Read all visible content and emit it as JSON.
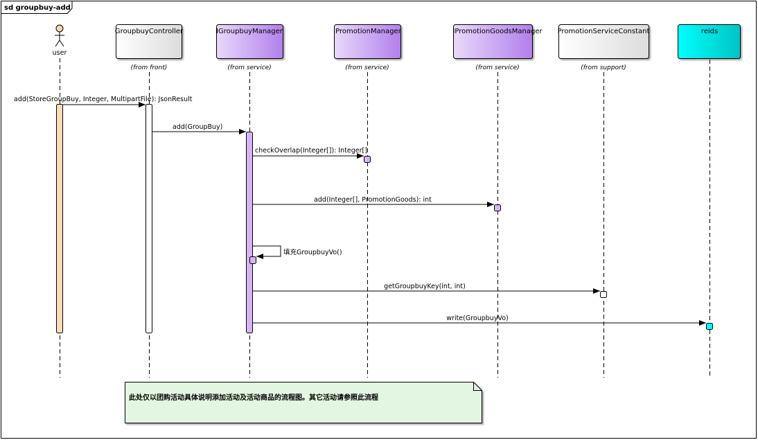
{
  "frame": {
    "title": "sd groupbuy-add"
  },
  "actor": {
    "name": "user"
  },
  "participants": [
    {
      "id": "controller",
      "name": "GroupbuyController",
      "source": "(from front)",
      "fill": "#ffffff"
    },
    {
      "id": "gbm",
      "name": "IGroupbuyManager",
      "source": "(from service)",
      "fill": "#c9a2ee"
    },
    {
      "id": "pm",
      "name": "IPromotionManager",
      "source": "(from service)",
      "fill": "#c9a2ee"
    },
    {
      "id": "pgm",
      "name": "IPromotionGoodsManager",
      "source": "(from service)",
      "fill": "#c9a2ee"
    },
    {
      "id": "psc",
      "name": "PromotionServiceConstant",
      "source": "(from support)",
      "fill": "#ffffff"
    },
    {
      "id": "reids",
      "name": "reids",
      "source": "",
      "fill": "#00e0e0"
    }
  ],
  "messages": [
    {
      "from": "user",
      "to": "controller",
      "label": "add(StoreGroupBuy, Integer, MultipartFile): JsonResult"
    },
    {
      "from": "controller",
      "to": "gbm",
      "label": "add(GroupBuy)"
    },
    {
      "from": "gbm",
      "to": "pm",
      "label": "checkOverlap(Integer[]): Integer[]"
    },
    {
      "from": "gbm",
      "to": "pgm",
      "label": "add(Integer[], PromotionGoods): int"
    },
    {
      "from": "gbm",
      "to": "gbm",
      "label": "填充GroupbuyVo()"
    },
    {
      "from": "gbm",
      "to": "psc",
      "label": "getGroupbuyKey(int, int)"
    },
    {
      "from": "gbm",
      "to": "reids",
      "label": "write(GroupbuyVo)"
    }
  ],
  "note": {
    "text": "此处仅以团购活动具体说明添加活动及活动商品的流程图。其它活动请参照此流程"
  }
}
